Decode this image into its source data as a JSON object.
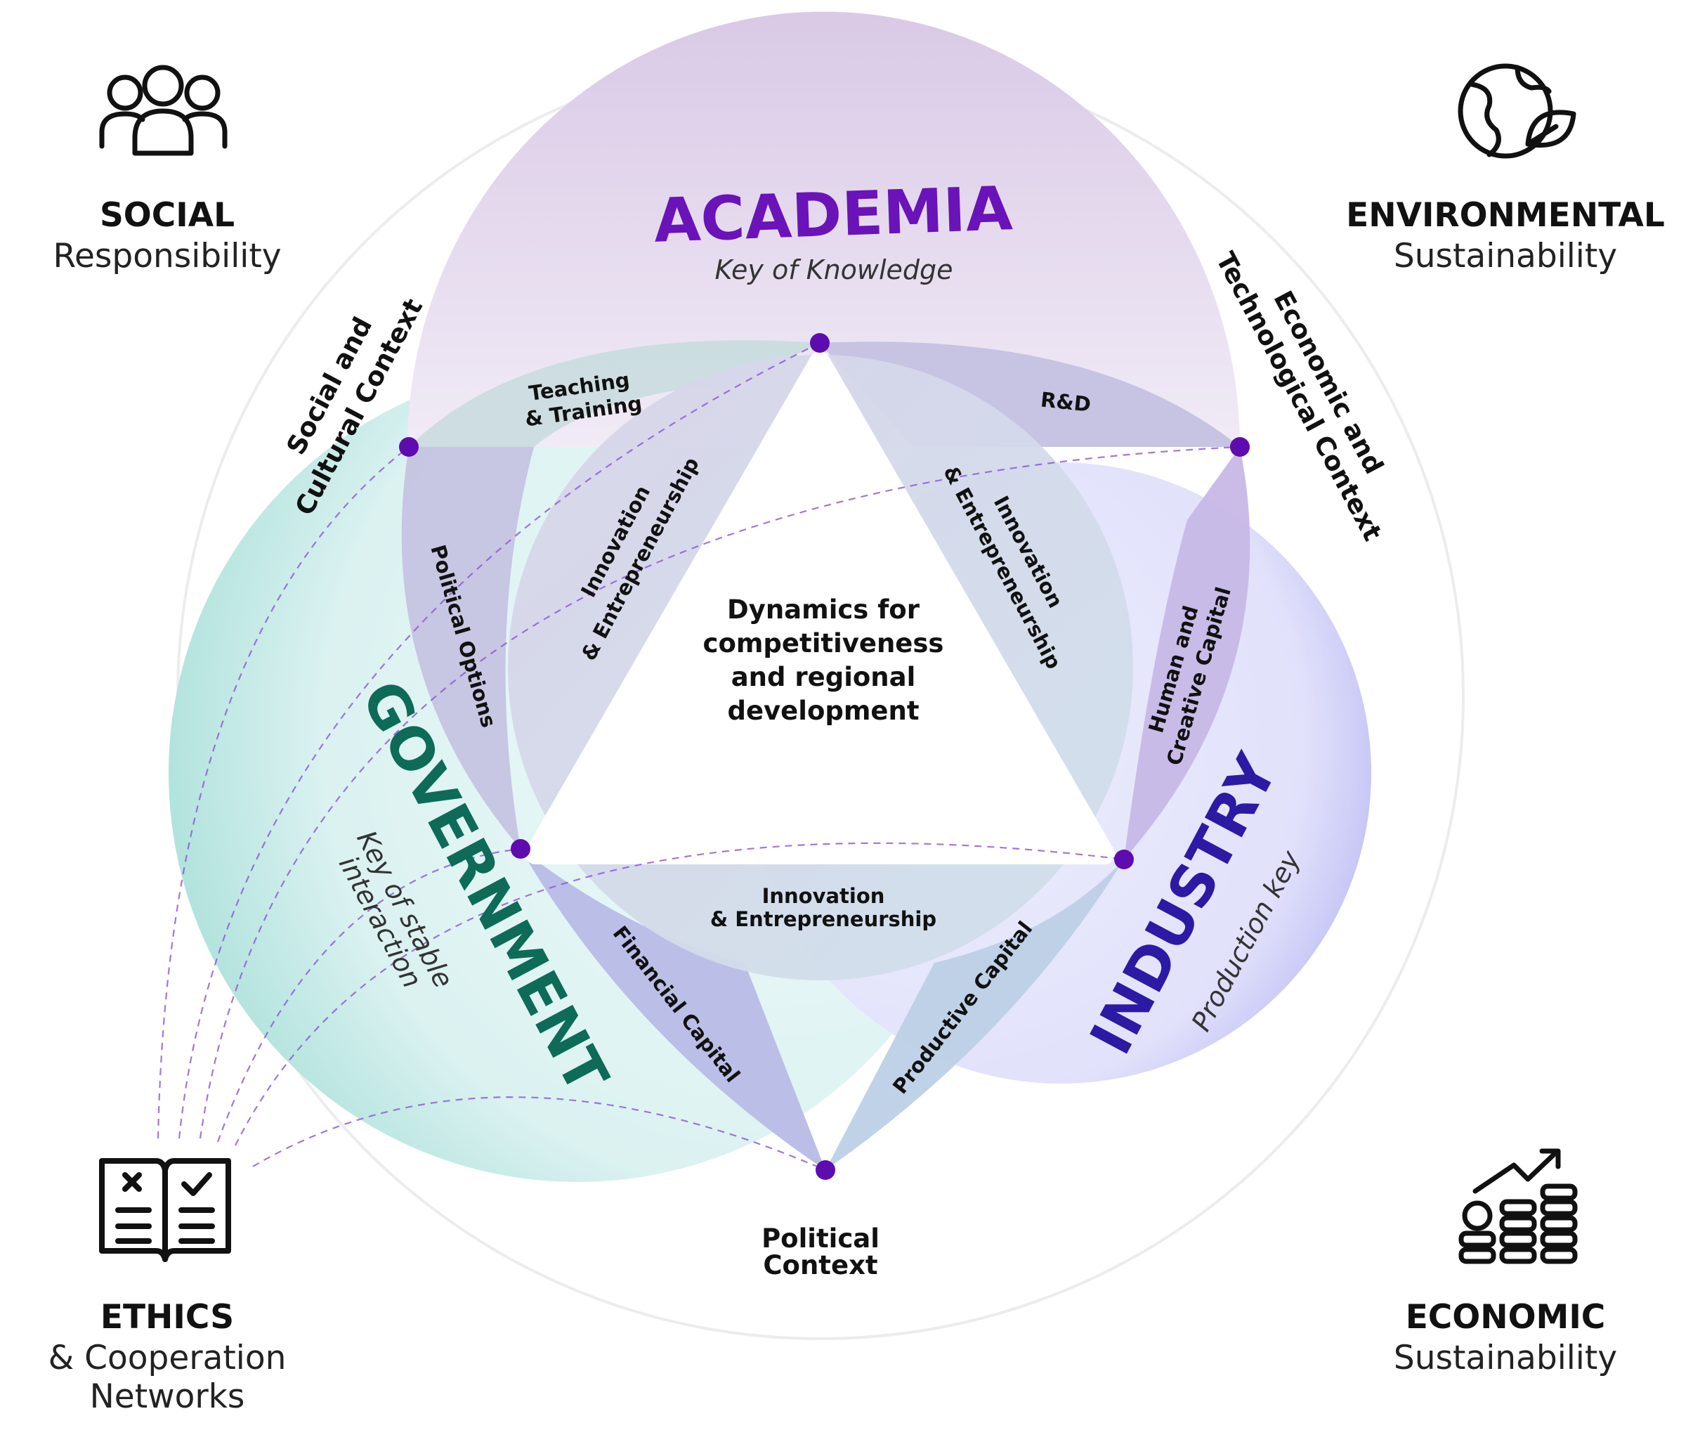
{
  "colors": {
    "academia": "#6a13b8",
    "government": "#0d6b58",
    "industry": "#2b1aa3",
    "node": "#5e0bb0",
    "dashed": "#8a55d6"
  },
  "center": {
    "line1": "Dynamics for",
    "line2": "competitiveness",
    "line3": "and regional",
    "line4": "development"
  },
  "actors": {
    "academia": {
      "title": "ACADEMIA",
      "subtitle": "Key of Knowledge"
    },
    "government": {
      "title": "GOVERNMENT",
      "subtitle_line1": "Key of stable",
      "subtitle_line2": "interaction"
    },
    "industry": {
      "title": "INDUSTRY",
      "subtitle": "Production key"
    }
  },
  "bands": {
    "teaching_line1": "Teaching",
    "teaching_line2": "& Training",
    "rd": "R&D",
    "political_options": "Political Options",
    "human_line1": "Human and",
    "human_line2": "Creative Capital",
    "innovation_left_line1": "Innovation",
    "innovation_left_line2": "& Entrepreneurship",
    "innovation_right_line1": "Innovation",
    "innovation_right_line2": "& Entrepreneurship",
    "innovation_bottom_line1": "Innovation",
    "innovation_bottom_line2": "& Entrepreneurship",
    "financial": "Financial Capital",
    "productive": "Productive Capital"
  },
  "contexts": {
    "social_line1": "Social and",
    "social_line2": "Cultural Context",
    "economic_line1": "Economic and",
    "economic_line2": "Technological Context",
    "political_line1": "Political",
    "political_line2": "Context"
  },
  "corners": {
    "social": {
      "title": "SOCIAL",
      "subtitle": "Responsibility",
      "icon": "people-icon"
    },
    "environmental": {
      "title": "ENVIRONMENTAL",
      "subtitle": "Sustainability",
      "icon": "globe-leaf-icon"
    },
    "ethics": {
      "title": "ETHICS",
      "subtitle_line1": "& Cooperation",
      "subtitle_line2": "Networks",
      "icon": "book-checklist-icon"
    },
    "economic": {
      "title": "ECONOMIC",
      "subtitle": "Sustainability",
      "icon": "coins-growth-icon"
    }
  }
}
